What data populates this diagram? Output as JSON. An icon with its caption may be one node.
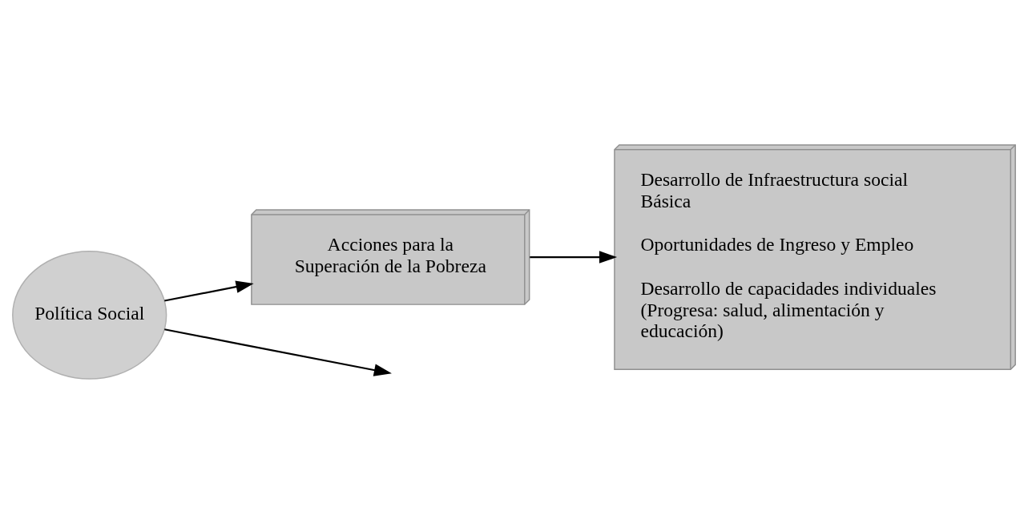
{
  "diagram": {
    "nodes": [
      {
        "text": [
          "Política Social"
        ]
      },
      {
        "text": [
          "Acciones para la",
          "Superación de la Pobreza"
        ]
      },
      {
        "text": [
          "Desarrollo de Infraestructura social Básica",
          "Oportunidades de Ingreso y Empleo",
          "Desarrollo de capacidades individuales (Progresa: salud, alimentación y educación)"
        ]
      }
    ],
    "edges": [
      {
        "from": 0,
        "to": null,
        "arrow": "to"
      },
      {
        "from": 0,
        "to": 1,
        "arrow": "to"
      },
      {
        "from": 1,
        "to": 2,
        "arrow": "to"
      }
    ]
  }
}
